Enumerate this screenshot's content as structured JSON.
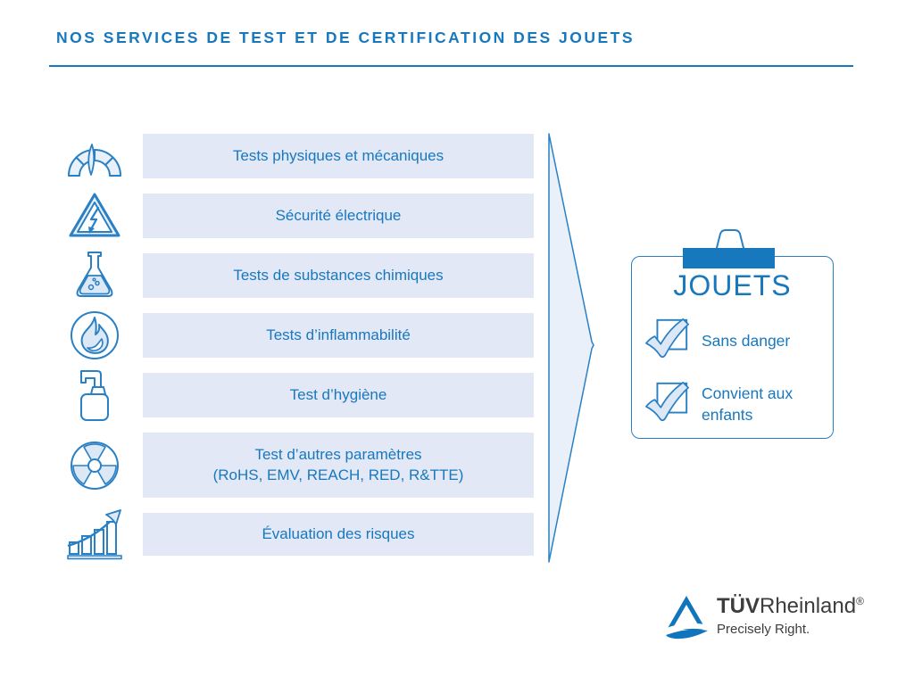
{
  "header": {
    "title": "NOS SERVICES DE TEST ET DE CERTIFICATION DES JOUETS"
  },
  "services": [
    {
      "icon": "gauge-icon",
      "label": "Tests physiques et mécaniques"
    },
    {
      "icon": "electric-hazard-icon",
      "label": "Sécurité électrique"
    },
    {
      "icon": "flask-icon",
      "label": "Tests de substances chimiques"
    },
    {
      "icon": "flame-icon",
      "label": "Tests d’inflammabilité"
    },
    {
      "icon": "soap-dispenser-icon",
      "label": "Test d’hygiène"
    },
    {
      "icon": "radiation-icon",
      "label": "Test d’autres paramètres",
      "sublabel": "(RoHS, EMV, REACH, RED, R&TTE)"
    },
    {
      "icon": "growth-chart-icon",
      "label": "Évaluation des risques"
    }
  ],
  "result_card": {
    "title": "JOUETS",
    "items": [
      {
        "icon": "checkmark-icon",
        "label": "Sans danger"
      },
      {
        "icon": "checkmark-icon",
        "label": "Convient aux enfants"
      }
    ]
  },
  "logo": {
    "brand_bold": "TÜV",
    "brand_regular": "Rheinland",
    "registered_mark": "®",
    "tagline": "Precisely Right."
  },
  "colors": {
    "accent_blue": "#1878be",
    "icon_stroke": "#2a80c4",
    "bar_background": "#e2e8f5",
    "icon_light_fill": "#dde8f7",
    "arrow_fill": "#eaf0fa",
    "logo_blue": "#1075bc",
    "text_dark": "#3d3d3d"
  }
}
